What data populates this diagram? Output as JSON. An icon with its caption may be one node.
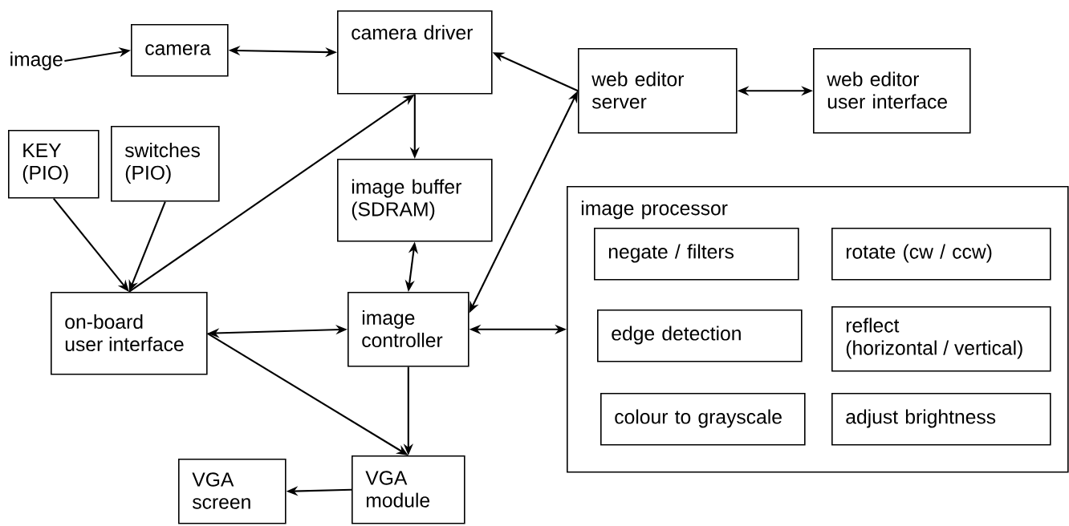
{
  "diagram": {
    "nodes": [
      {
        "text": [
          "image"
        ]
      },
      {
        "text": [
          "camera"
        ]
      },
      {
        "text": [
          "camera driver"
        ]
      },
      {
        "text": [
          "web editor server"
        ]
      },
      {
        "text": [
          "web editor user interface"
        ]
      },
      {
        "text": [
          "KEY (PIO)"
        ]
      },
      {
        "text": [
          "switches (PIO)"
        ]
      },
      {
        "text": [
          "image buffer (SDRAM)"
        ]
      },
      {
        "text": [
          "image processor"
        ]
      },
      {
        "text": [
          "negate / filters"
        ],
        "in": 8
      },
      {
        "text": [
          "rotate (cw / ccw)"
        ],
        "in": 8
      },
      {
        "text": [
          "edge detection"
        ],
        "in": 8
      },
      {
        "text": [
          "reflect (horizontal / vertical)"
        ],
        "in": 8
      },
      {
        "text": [
          "colour to grayscale"
        ],
        "in": 8
      },
      {
        "text": [
          "adjust brightness"
        ],
        "in": 8
      },
      {
        "text": [
          "on-board user interface"
        ]
      },
      {
        "text": [
          "image controller"
        ]
      },
      {
        "text": [
          "VGA screen"
        ]
      },
      {
        "text": [
          "VGA module"
        ]
      }
    ],
    "edges": [
      {
        "from": 0,
        "to": 1,
        "arrow": "to"
      },
      {
        "from": 1,
        "to": 2,
        "arrow": "both"
      },
      {
        "from": 3,
        "to": 2,
        "arrow": "to"
      },
      {
        "from": 3,
        "to": 4,
        "arrow": "both"
      },
      {
        "from": 2,
        "to": 7,
        "arrow": "to"
      },
      {
        "from": 5,
        "to": 15,
        "arrow": "to"
      },
      {
        "from": 6,
        "to": 15,
        "arrow": "to"
      },
      {
        "from": 15,
        "to": 2,
        "arrow": "to"
      },
      {
        "from": 7,
        "to": 16,
        "arrow": "both"
      },
      {
        "from": 16,
        "to": 3,
        "arrow": "both"
      },
      {
        "from": 15,
        "to": 16,
        "arrow": "both"
      },
      {
        "from": 16,
        "to": 8,
        "arrow": "both"
      },
      {
        "from": 15,
        "to": 18,
        "arrow": "to"
      },
      {
        "from": 16,
        "to": 18,
        "arrow": "to"
      },
      {
        "from": 18,
        "to": 17,
        "arrow": "to"
      }
    ]
  }
}
